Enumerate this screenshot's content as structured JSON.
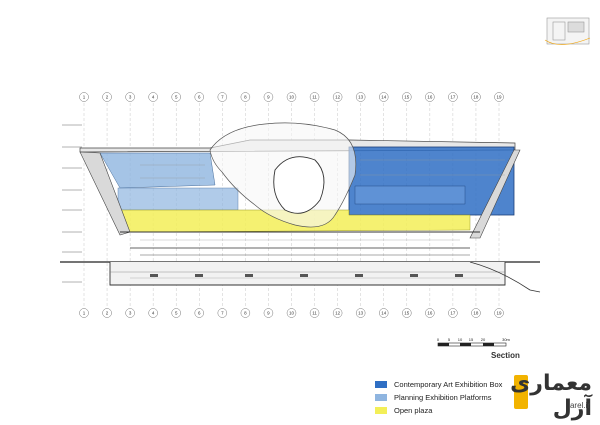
{
  "drawing": {
    "title": "Section",
    "grid_axes": [
      "1",
      "2",
      "3",
      "4",
      "5",
      "6",
      "7",
      "8",
      "9",
      "10",
      "11",
      "12",
      "13",
      "14",
      "15",
      "16",
      "17",
      "18",
      "19"
    ],
    "scale_bar": {
      "labels": [
        "0",
        "5",
        "10",
        "15",
        "20",
        "30m"
      ]
    }
  },
  "legend": {
    "items": [
      {
        "label": "Contemporary Art Exhibition Box",
        "color": "#2f6fc4"
      },
      {
        "label": "Planning Exhibition Platforms",
        "color": "#8fb5e0"
      },
      {
        "label": "Open plaza",
        "color": "#f3ef58"
      }
    ]
  },
  "logo": {
    "text": "معماری آرل",
    "url_text": "arel.ir"
  },
  "colors": {
    "line": "#444444",
    "grid": "#9a9a9a",
    "ground": "#333333"
  }
}
